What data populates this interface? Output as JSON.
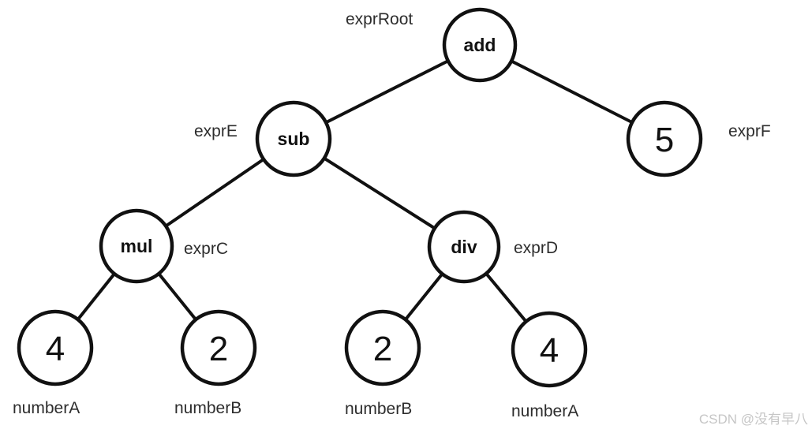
{
  "diagram": {
    "type": "binary-expression-tree",
    "nodes": {
      "exprRoot": {
        "label": "add",
        "annotation": "exprRoot"
      },
      "exprE": {
        "label": "sub",
        "annotation": "exprE"
      },
      "exprF": {
        "label": "5",
        "annotation": "exprF"
      },
      "exprC": {
        "label": "mul",
        "annotation": "exprC"
      },
      "exprD": {
        "label": "div",
        "annotation": "exprD"
      },
      "numberA1": {
        "label": "4",
        "annotation": "numberA"
      },
      "numberB1": {
        "label": "2",
        "annotation": "numberB"
      },
      "numberB2": {
        "label": "2",
        "annotation": "numberB"
      },
      "numberA2": {
        "label": "4",
        "annotation": "numberA"
      }
    },
    "edges": [
      [
        "exprRoot",
        "exprE"
      ],
      [
        "exprRoot",
        "exprF"
      ],
      [
        "exprE",
        "exprC"
      ],
      [
        "exprE",
        "exprD"
      ],
      [
        "exprC",
        "numberA1"
      ],
      [
        "exprC",
        "numberB1"
      ],
      [
        "exprD",
        "numberB2"
      ],
      [
        "exprD",
        "numberA2"
      ]
    ],
    "colors": {
      "node_stroke": "#111111",
      "edge": "#111111",
      "annotation_text": "#2d2d2d",
      "watermark": "#c6c6c6",
      "background": "#ffffff"
    }
  },
  "watermark": {
    "text": "CSDN @没有早八"
  }
}
